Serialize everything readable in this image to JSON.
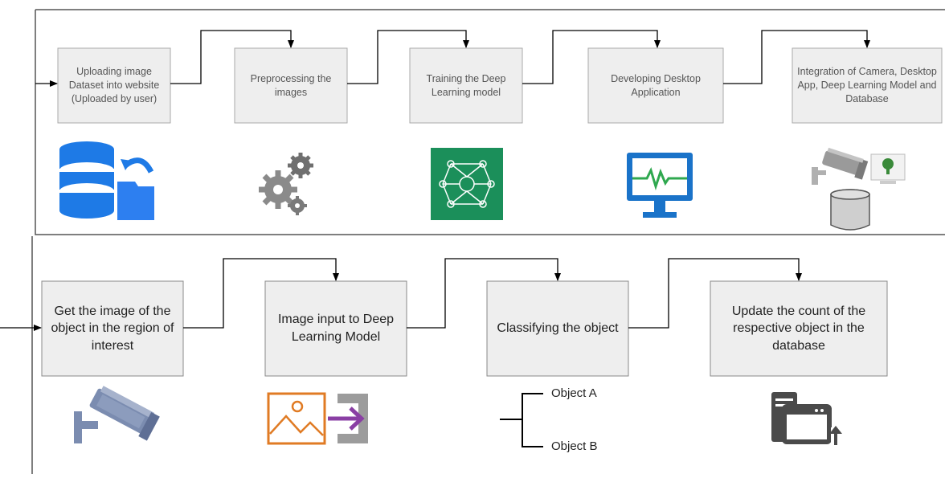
{
  "top_row": {
    "steps": [
      {
        "label": "Uploading image Dataset into website (Uploaded by user)",
        "icon": "database-upload-icon"
      },
      {
        "label": "Preprocessing the images",
        "icon": "gears-icon"
      },
      {
        "label": "Training the Deep Learning model",
        "icon": "neural-network-icon"
      },
      {
        "label": "Developing Desktop Application",
        "icon": "monitor-icon"
      },
      {
        "label": "Integration of Camera, Desktop App, Deep Learning Model and Database",
        "icon": "camera-app-database-icon"
      }
    ]
  },
  "bottom_row": {
    "steps": [
      {
        "label": "Get the image of the object in the region of interest",
        "icon": "cctv-camera-icon"
      },
      {
        "label": "Image input to Deep Learning Model",
        "icon": "image-input-icon"
      },
      {
        "label": "Classifying the object",
        "icon": "classification-tree-icon"
      },
      {
        "label": "Update the count of the respective object in the database",
        "icon": "server-update-icon"
      }
    ],
    "branches": [
      "Object A",
      "Object B"
    ]
  },
  "colors": {
    "box_fill": "#eeeeee",
    "box_stroke": "#999999",
    "arrow": "#000000",
    "database_blue": "#1e7ae6",
    "aws_green": "#1b8f5a",
    "monitor_blue": "#1a73c9",
    "image_orange": "#e07b24",
    "input_purple": "#8a3fa4"
  }
}
